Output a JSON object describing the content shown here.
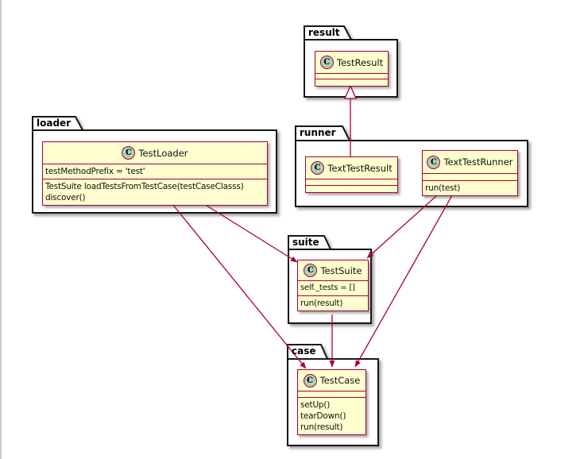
{
  "diagram": {
    "icon_letter": "C",
    "colors": {
      "class_fill": "#fefece",
      "class_border": "#a80036",
      "arrow": "#a80036",
      "icon_fill": "#add1b2",
      "package_border": "#181818"
    },
    "packages": [
      {
        "name": "result",
        "classes": [
          {
            "name": "TestResult",
            "attributes": [],
            "methods": []
          }
        ]
      },
      {
        "name": "loader",
        "classes": [
          {
            "name": "TestLoader",
            "attributes": [
              "testMethodPrefix = 'test'"
            ],
            "methods": [
              "TestSuite loadTestsFromTestCase(testCaseClasss)",
              "discover()"
            ]
          }
        ]
      },
      {
        "name": "runner",
        "classes": [
          {
            "name": "TextTestResult",
            "attributes": [],
            "methods": []
          },
          {
            "name": "TextTestRunner",
            "attributes": [],
            "methods": [
              "run(test)"
            ]
          }
        ]
      },
      {
        "name": "suite",
        "classes": [
          {
            "name": "TestSuite",
            "attributes": [
              "self._tests = []"
            ],
            "methods": [
              "run(result)"
            ]
          }
        ]
      },
      {
        "name": "case",
        "classes": [
          {
            "name": "TestCase",
            "attributes": [],
            "methods": [
              "setUp()",
              "tearDown()",
              "run(result)"
            ]
          }
        ]
      }
    ],
    "relations": [
      {
        "from": "TextTestResult",
        "to": "TestResult",
        "type": "inheritance"
      },
      {
        "from": "TestLoader",
        "to": "TestSuite",
        "type": "arrow"
      },
      {
        "from": "TestLoader",
        "to": "TestCase",
        "type": "arrow"
      },
      {
        "from": "TextTestRunner",
        "to": "TestSuite",
        "type": "arrow"
      },
      {
        "from": "TextTestRunner",
        "to": "TestCase",
        "type": "arrow"
      },
      {
        "from": "TestSuite",
        "to": "TestCase",
        "type": "arrow"
      }
    ]
  }
}
